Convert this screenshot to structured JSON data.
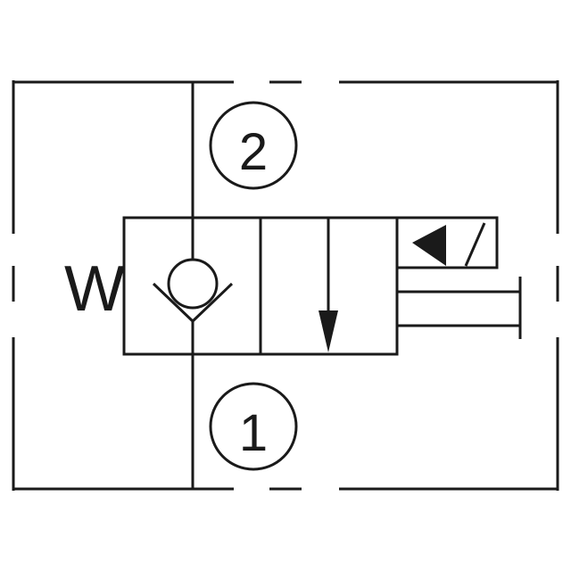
{
  "diagram": {
    "title": "",
    "port_top_label": "2",
    "port_bottom_label": "1",
    "spring_label": "W",
    "stroke_color": "#1a1a1a",
    "background_color": "#ffffff"
  }
}
